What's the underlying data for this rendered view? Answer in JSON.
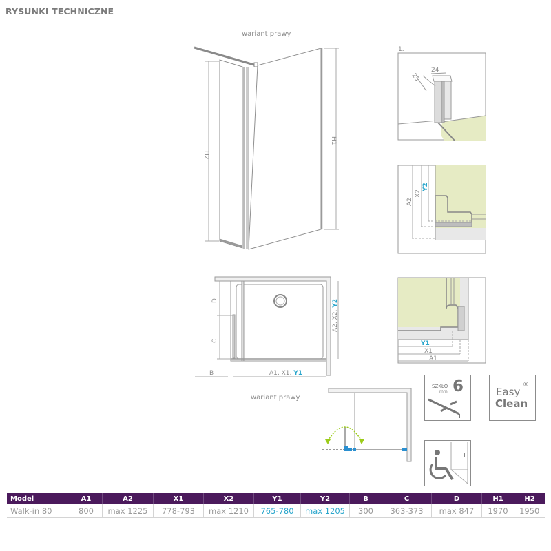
{
  "section_title": "RYSUNKI TECHNICZNE",
  "drawings": {
    "perspective": {
      "caption": "wariant prawy",
      "labels": {
        "h1": "H1",
        "h2": "H2"
      }
    },
    "plan_view": {
      "labels": {
        "d": "D",
        "c": "C",
        "b": "B",
        "width": "A1, X1, ",
        "width_highlight": "Y1",
        "depth": "A2, X2, ",
        "depth_highlight": "Y2"
      }
    },
    "door_swing": {
      "caption": "wariant prawy"
    },
    "detail_1": {
      "number": "1.",
      "dim_a": "25",
      "dim_b": "24"
    },
    "detail_2": {
      "labels": {
        "a2": "A2",
        "x2": "X2",
        "y2": "Y2"
      }
    },
    "detail_3": {
      "labels": {
        "y1": "Y1",
        "x1": "X1",
        "a1": "A1"
      }
    }
  },
  "badges": [
    {
      "name": "glass-6mm",
      "line1": "SZKŁO",
      "line2": "mm",
      "value": "6"
    },
    {
      "name": "easy-clean",
      "line1": "Easy",
      "line2": "Clean",
      "mark": "®"
    },
    {
      "name": "accessible"
    }
  ],
  "spec_table": {
    "headers": [
      "Model",
      "A1",
      "A2",
      "X1",
      "X2",
      "Y1",
      "Y2",
      "B",
      "C",
      "D",
      "H1",
      "H2"
    ],
    "rows": [
      [
        "Walk-in 80",
        "800",
        "max 1225",
        "778-793",
        "max 1210",
        "765-780",
        "max 1205",
        "300",
        "363-373",
        "max 847",
        "1970",
        "1950"
      ]
    ],
    "highlight_columns": [
      "Y1",
      "Y2"
    ]
  },
  "colors": {
    "header_bg": "#4b1a5c",
    "highlight_text": "#2aa6cc",
    "floor_fill": "#e6ebc4",
    "swing_arrow": "#9ccc1a"
  }
}
